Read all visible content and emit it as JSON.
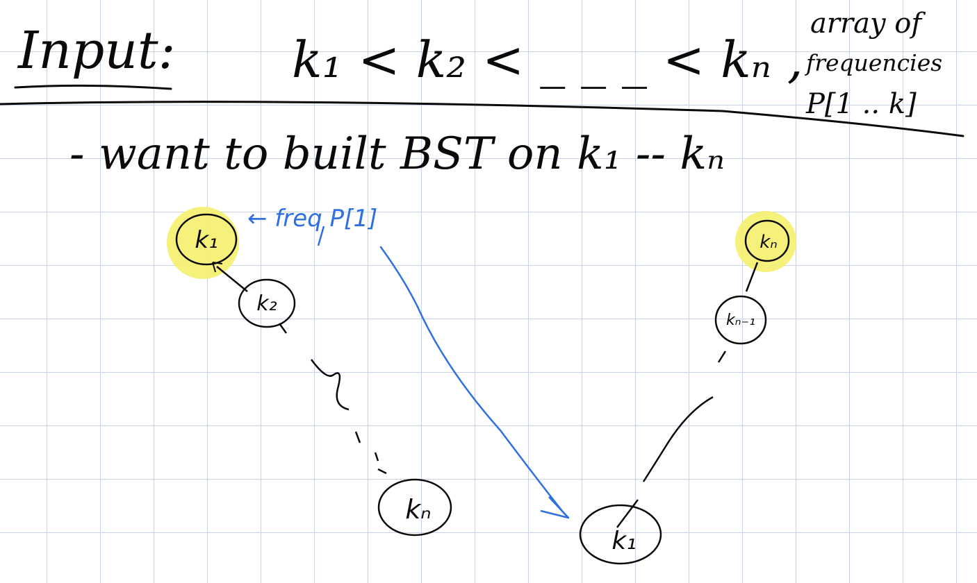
{
  "header": {
    "input_label": "Input:",
    "sequence": "k₁ < k₂ < _ _ _ < kₙ ,",
    "array_note": [
      "array of",
      "frequencies",
      "P[1 .. k]"
    ]
  },
  "goal": "- want to built BST on  k₁ -- kₙ",
  "annotation": "← freq P[1]",
  "left_tree": {
    "top": "k₁",
    "second": "k₂",
    "bottom": "kₙ"
  },
  "right_tree": {
    "top": "kₙ",
    "second": "kₙ₋₁",
    "bottom": "k₁"
  },
  "colors": {
    "ink": "#0a0a0a",
    "blue_ink": "#2f6fe0",
    "highlight": "#f4f06b",
    "grid": "#c9d3e6"
  }
}
